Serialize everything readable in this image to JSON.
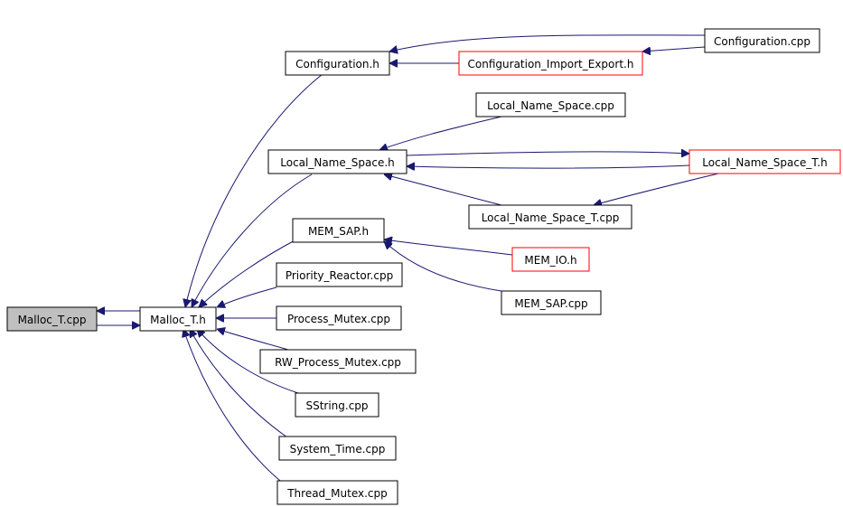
{
  "graph": {
    "nodes": {
      "malloc_t_cpp": "Malloc_T.cpp",
      "malloc_t_h": "Malloc_T.h",
      "configuration_h": "Configuration.h",
      "configuration_import_export_h": "Configuration_Import_Export.h",
      "configuration_cpp": "Configuration.cpp",
      "local_name_space_cpp": "Local_Name_Space.cpp",
      "local_name_space_h": "Local_Name_Space.h",
      "local_name_space_t_h": "Local_Name_Space_T.h",
      "local_name_space_t_cpp": "Local_Name_Space_T.cpp",
      "mem_sap_h": "MEM_SAP.h",
      "mem_io_h": "MEM_IO.h",
      "mem_sap_cpp": "MEM_SAP.cpp",
      "priority_reactor_cpp": "Priority_Reactor.cpp",
      "process_mutex_cpp": "Process_Mutex.cpp",
      "rw_process_mutex_cpp": "RW_Process_Mutex.cpp",
      "sstring_cpp": "SString.cpp",
      "system_time_cpp": "System_Time.cpp",
      "thread_mutex_cpp": "Thread_Mutex.cpp"
    },
    "colors": {
      "edge": "#191970",
      "node_border": "#000000",
      "node_border_unlinked": "#ff0000",
      "root_fill": "#bfbfbf",
      "background": "#ffffff"
    }
  }
}
